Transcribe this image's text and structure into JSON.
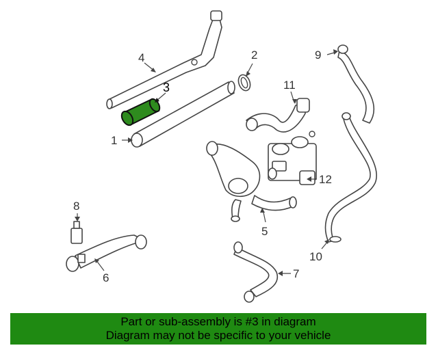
{
  "diagram": {
    "highlight_color": "#2e8b1e",
    "callouts": [
      {
        "id": "1",
        "label": "1"
      },
      {
        "id": "2",
        "label": "2"
      },
      {
        "id": "3",
        "label": "3",
        "highlighted": true
      },
      {
        "id": "4",
        "label": "4"
      },
      {
        "id": "5",
        "label": "5"
      },
      {
        "id": "6",
        "label": "6"
      },
      {
        "id": "7",
        "label": "7"
      },
      {
        "id": "8",
        "label": "8"
      },
      {
        "id": "9",
        "label": "9"
      },
      {
        "id": "10",
        "label": "10"
      },
      {
        "id": "11",
        "label": "11"
      },
      {
        "id": "12",
        "label": "12"
      }
    ]
  },
  "banner": {
    "color": "#1f8a12",
    "line1": "Part or sub-assembly is #3 in diagram",
    "line2": "Diagram may not be specific to your vehicle"
  }
}
